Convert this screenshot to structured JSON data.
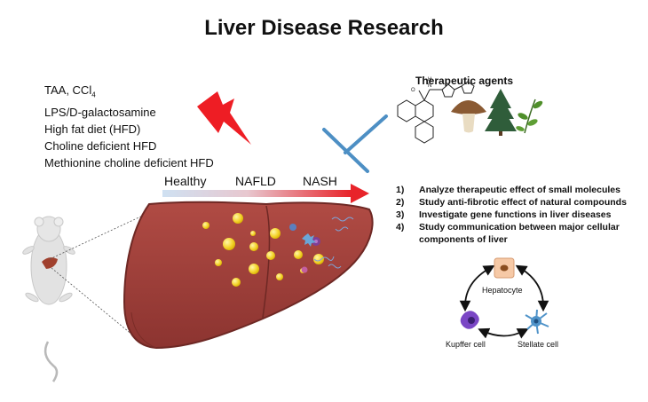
{
  "title": "Liver Disease Research",
  "insults": {
    "taa_prefix": "TAA, CCl",
    "taa_sub": "4",
    "items": [
      "LPS/D-galactosamine",
      "High fat diet (HFD)",
      "Choline deficient HFD",
      "Methionine choline deficient HFD"
    ]
  },
  "therapeutic": {
    "title": "Therapeutic agents"
  },
  "stages": [
    "Healthy",
    "NAFLD",
    "NASH"
  ],
  "aims": [
    {
      "num": "1)",
      "text": "Analyze therapeutic effect of small molecules"
    },
    {
      "num": "2)",
      "text": "Study anti-fibrotic effect of natural compounds"
    },
    {
      "num": "3)",
      "text": "Investigate gene functions in liver diseases"
    },
    {
      "num": "4)",
      "text": "Study communication between major cellular"
    },
    {
      "num": "",
      "text": "components of liver"
    }
  ],
  "cells": {
    "hepatocyte": "Hepatocyte",
    "kupffer": "Kupffer cell",
    "stellate": "Stellate cell"
  },
  "colors": {
    "liver": "#9e3e38",
    "liver_dark": "#6e2824",
    "fat": "#f5d531",
    "arrow_red": "#e8242a",
    "arrow_blue": "#b7d3ec",
    "inhibitor": "#4d8fc4",
    "bolt": "#ee1d24"
  },
  "chemistry": {
    "atom_o": "O",
    "atom_n": "N",
    "atom_h": "H"
  }
}
